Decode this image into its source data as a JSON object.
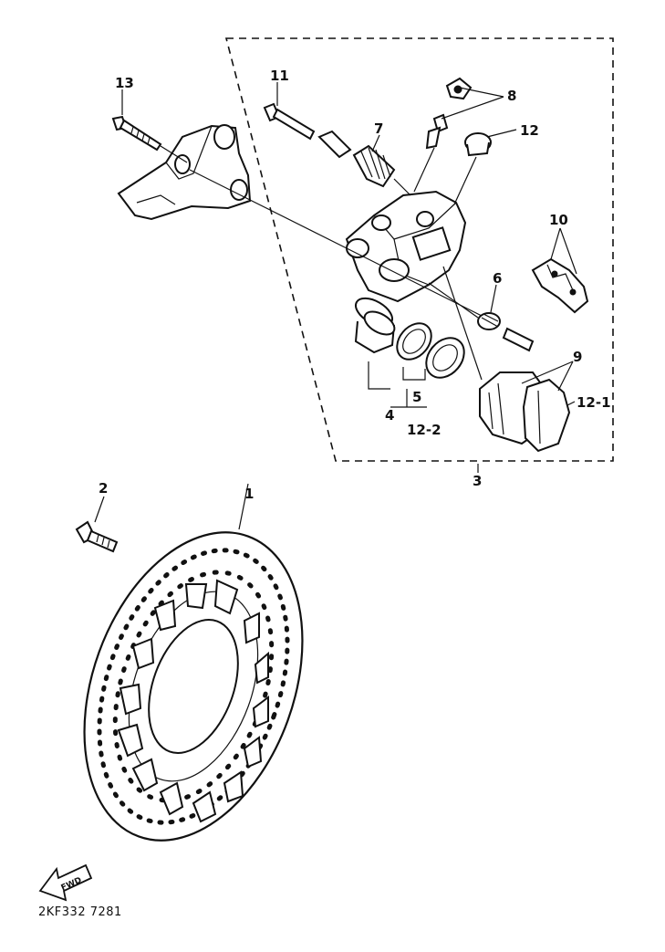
{
  "callouts": {
    "c1": "1",
    "c2": "2",
    "c3": "3",
    "c4": "4",
    "c5": "5",
    "c6": "6",
    "c7": "7",
    "c8": "8",
    "c9": "9",
    "c10": "10",
    "c11": "11",
    "c12": "12",
    "c12_1": "12-1",
    "c12_2": "12-2",
    "c13": "13"
  },
  "fwd_label": "FWD",
  "diagram_code": "2KF332 7281"
}
